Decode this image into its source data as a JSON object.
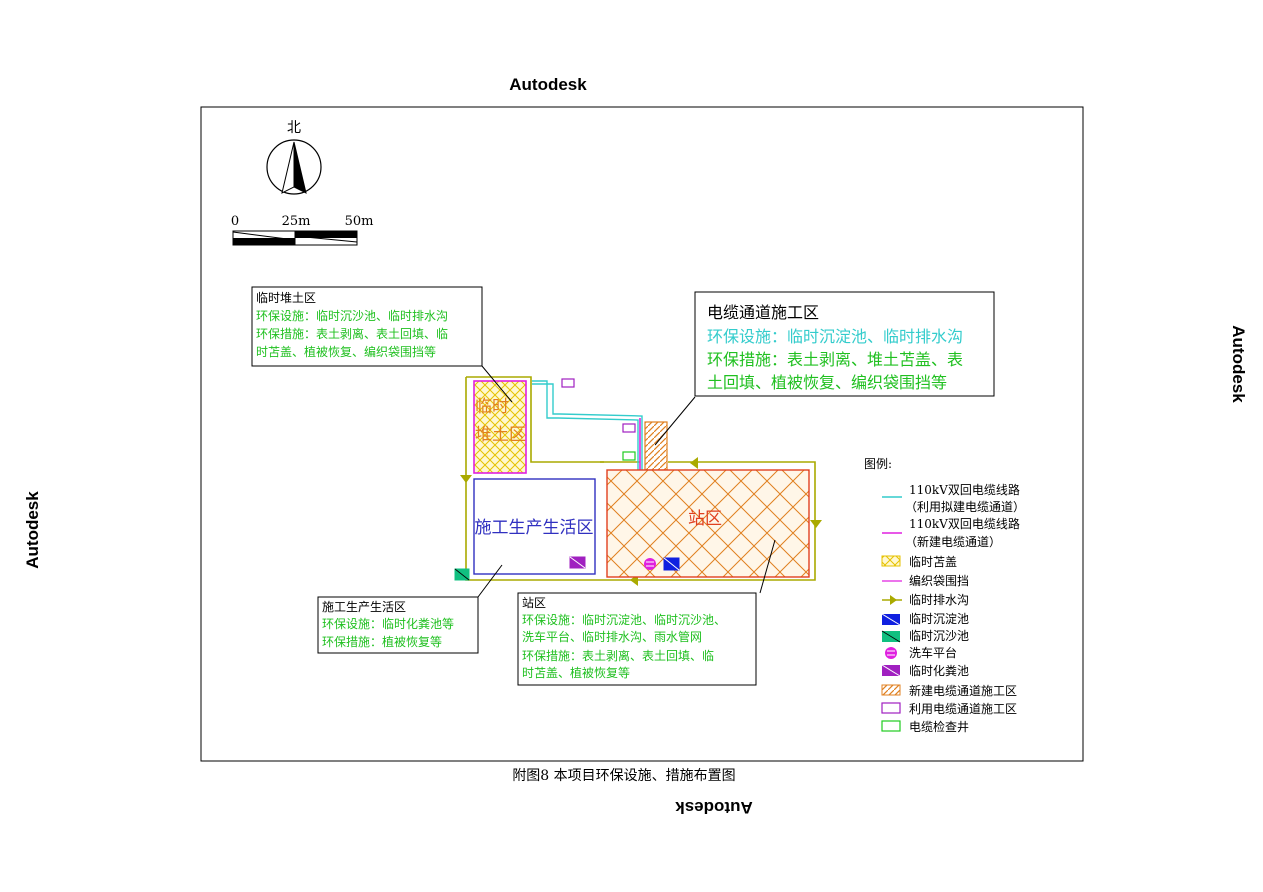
{
  "watermark": "Autodesk",
  "caption": "附图8  本项目环保设施、措施布置图",
  "north_label": "北",
  "scale": {
    "ticks": [
      "0",
      "25m",
      "50m"
    ]
  },
  "colors": {
    "cable_existing": "#33cccc",
    "cable_new": "#e020e0",
    "cover": "#e6c200",
    "bag_barrier": "#e020e0",
    "drain": "#aaaa00",
    "sediment": "#1020e0",
    "sand_trap": "#10c080",
    "wash": "#e020e0",
    "septic": "#a020c0",
    "new_cable_zone": "#e08020",
    "existing_cable_zone": "#a020c0",
    "inspection_well": "#20cc20",
    "station_text": "#e04020",
    "living_text": "#3030c0",
    "measures_text": "#20c020"
  },
  "zones": {
    "temp_pile": {
      "label_line1": "临时",
      "label_line2": "堆土区"
    },
    "living": {
      "label": "施工生产生活区"
    },
    "station": {
      "label": "站区"
    }
  },
  "callouts": {
    "temp_pile": {
      "title": "临时堆土区",
      "facility": "环保设施：临时沉沙池、临时排水沟",
      "measure1": "环保措施：表土剥离、表土回填、临",
      "measure2": "时苫盖、植被恢复、编织袋围挡等"
    },
    "cable": {
      "title": "电缆通道施工区",
      "facility": "环保设施：临时沉淀池、临时排水沟",
      "measure1": "环保措施：表土剥离、堆土苫盖、表",
      "measure2": "土回填、植被恢复、编织袋围挡等"
    },
    "living": {
      "title": "施工生产生活区",
      "facility": "环保设施：临时化粪池等",
      "measure": "环保措施：植被恢复等"
    },
    "station": {
      "title": "站区",
      "facility1": "环保设施：临时沉淀池、临时沉沙池、",
      "facility2": "洗车平台、临时排水沟、雨水管网",
      "measure1": "环保措施：表土剥离、表土回填、临",
      "measure2": "时苫盖、植被恢复等"
    }
  },
  "legend": {
    "title": "图例:",
    "items": [
      {
        "icon": "cyan-line",
        "line1": "110kV双回电缆线路",
        "line2": "（利用拟建电缆通道）"
      },
      {
        "icon": "magenta-line",
        "line1": "110kV双回电缆线路",
        "line2": "（新建电缆通道）"
      },
      {
        "icon": "yellow-crosshatch",
        "line1": "临时苫盖"
      },
      {
        "icon": "magenta-thin-line",
        "line1": "编织袋围挡"
      },
      {
        "icon": "drain-arrow",
        "line1": "临时排水沟"
      },
      {
        "icon": "blue-hatch-box",
        "line1": "临时沉淀池"
      },
      {
        "icon": "green-hatch-box",
        "line1": "临时沉沙池"
      },
      {
        "icon": "magenta-circle",
        "line1": "洗车平台"
      },
      {
        "icon": "purple-hatch-box",
        "line1": "临时化粪池"
      },
      {
        "icon": "orange-diag-box",
        "line1": "新建电缆通道施工区"
      },
      {
        "icon": "purple-outline-box",
        "line1": "利用电缆通道施工区"
      },
      {
        "icon": "green-outline-box",
        "line1": "电缆检查井"
      }
    ]
  }
}
